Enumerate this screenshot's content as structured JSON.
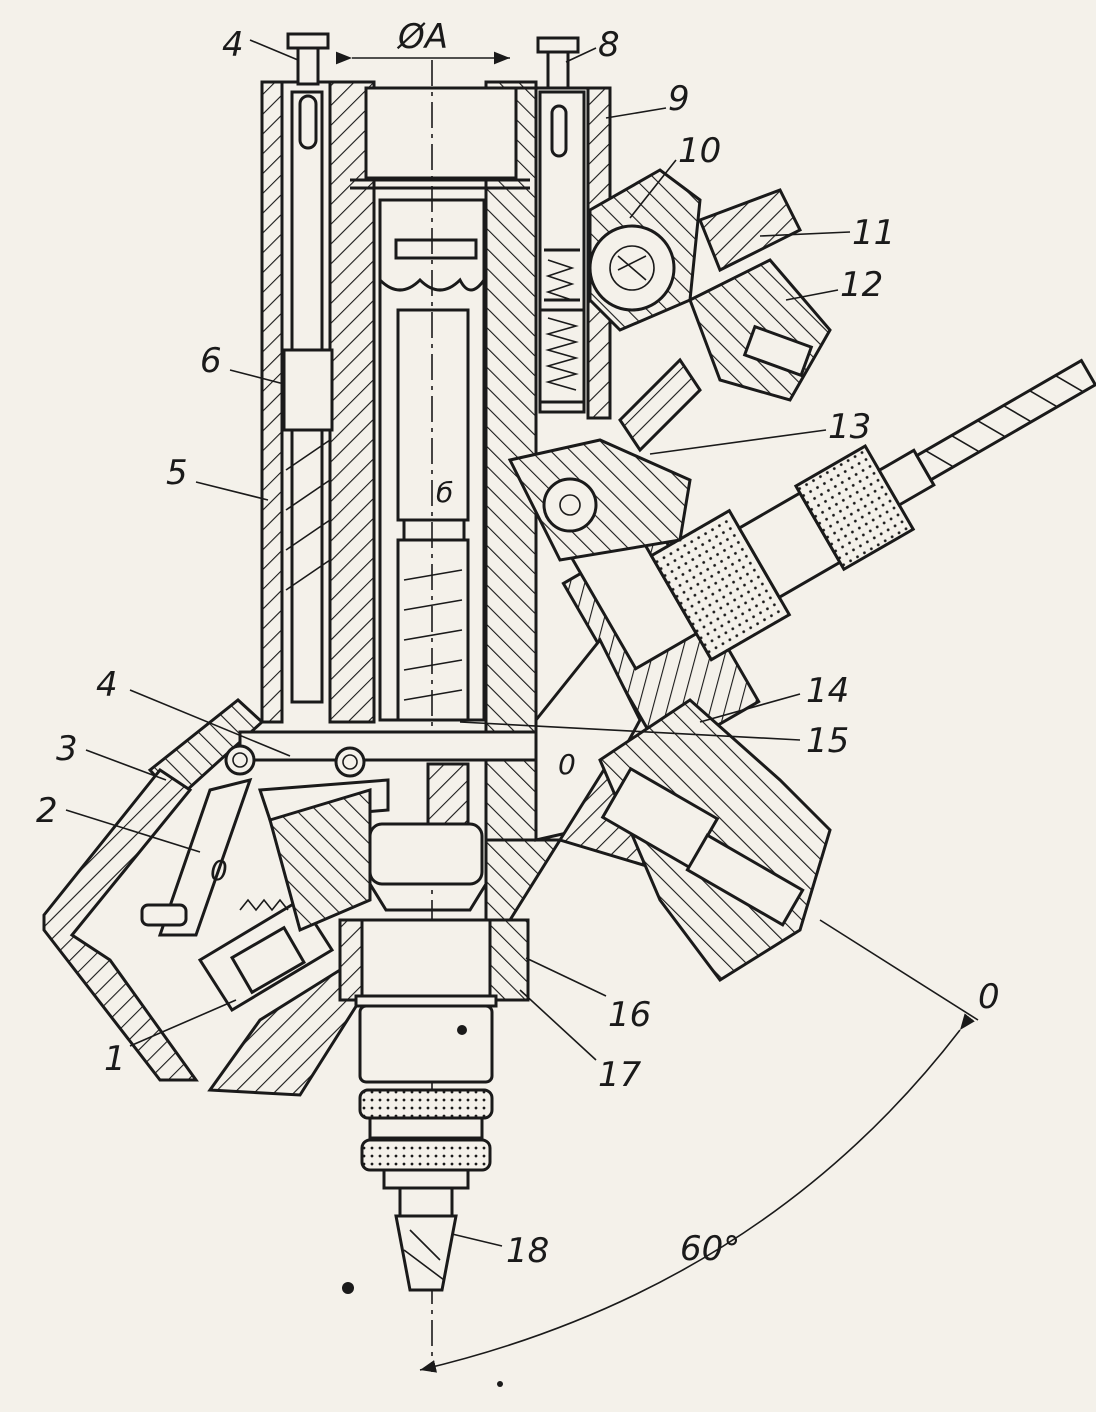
{
  "labels": {
    "l1": "1",
    "l2": "2",
    "l3": "3",
    "l4a": "4",
    "l4b": "4",
    "l5": "5",
    "l6": "6",
    "l8": "8",
    "l9": "9",
    "l10": "10",
    "l11": "11",
    "l12": "12",
    "l13": "13",
    "l14": "14",
    "l15": "15",
    "l16": "16",
    "l17": "17",
    "l18": "18"
  },
  "dimension": {
    "diameter": "ØA"
  },
  "inner_marks": {
    "b": "б",
    "o": "0"
  },
  "angle": {
    "value": "60°",
    "zero": "0"
  },
  "colors": {
    "ink": "#1a1a1a",
    "paper": "#f4f1ea"
  }
}
